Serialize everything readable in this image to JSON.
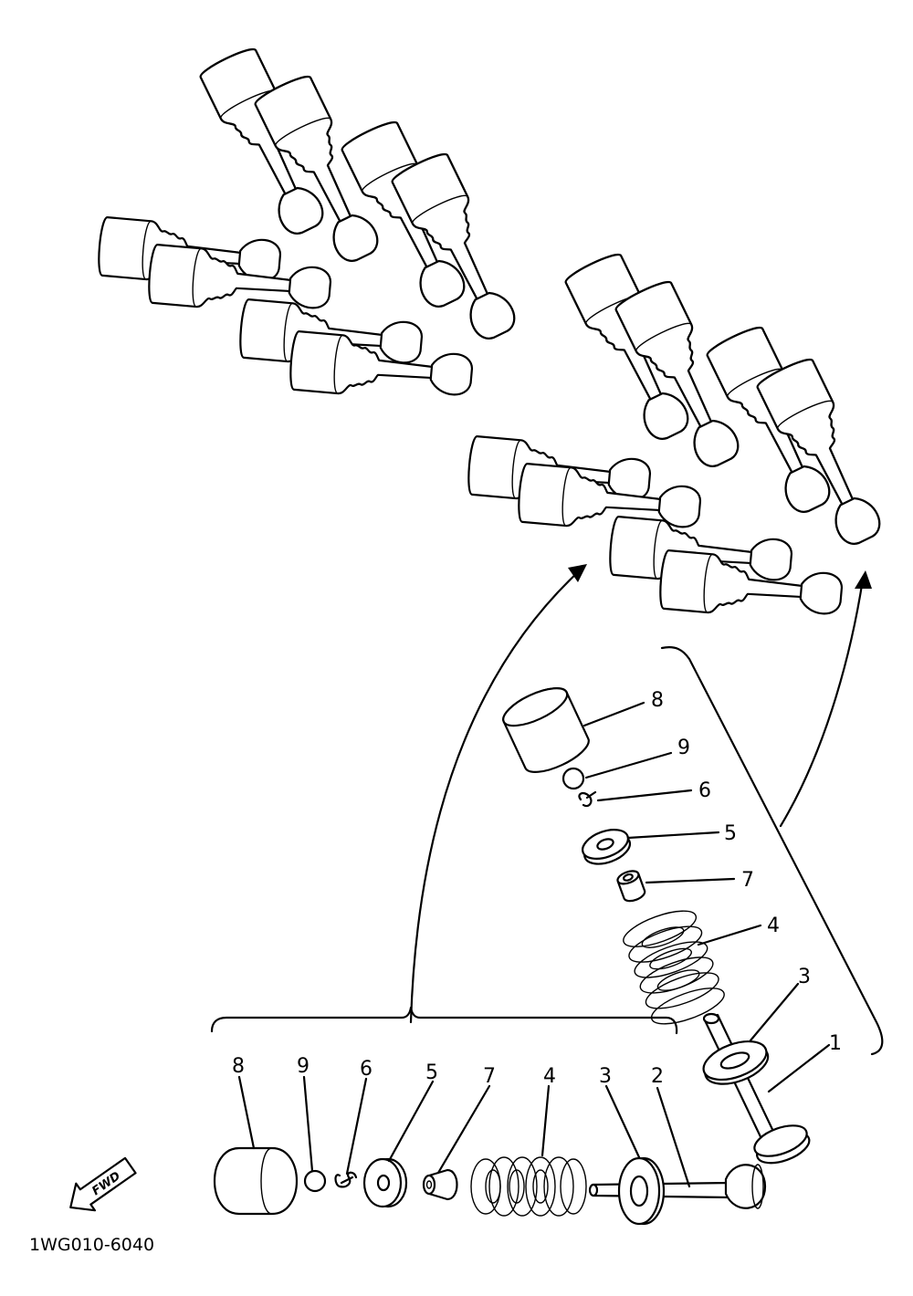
{
  "diagram": {
    "code": "1WG010-6040",
    "fwd": "FWD",
    "lower_labels": [
      "8",
      "9",
      "6",
      "5",
      "7",
      "4",
      "3",
      "2"
    ],
    "upper_labels": [
      "8",
      "9",
      "6",
      "5",
      "7",
      "4",
      "3",
      "1"
    ]
  }
}
